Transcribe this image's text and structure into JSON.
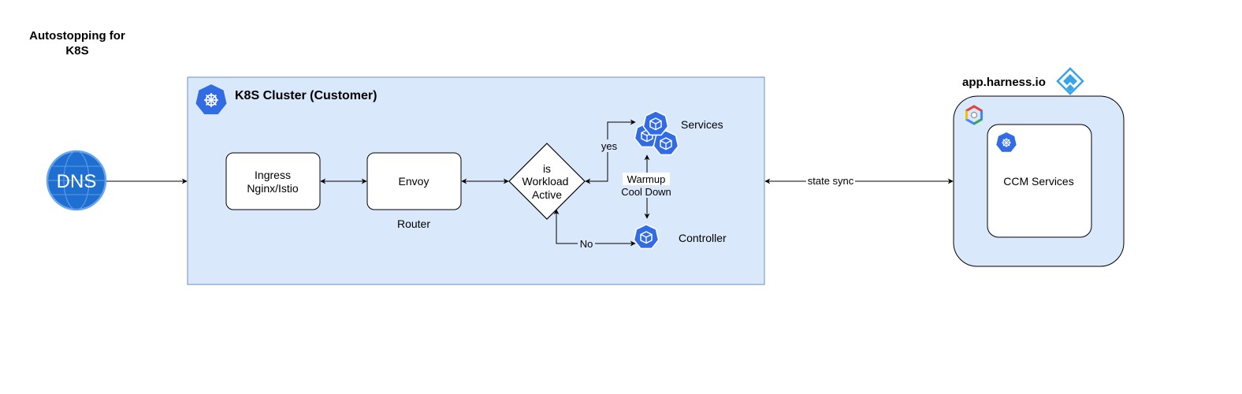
{
  "diagram": {
    "title_lines": [
      "Autostopping for",
      "K8S"
    ],
    "dns_label": "DNS",
    "cluster_title": "K8S Cluster (Customer)",
    "ingress_lines": [
      "Ingress",
      "Nginx/Istio"
    ],
    "envoy_label": "Envoy",
    "router_label": "Router",
    "decision_lines": [
      "is",
      "Workload",
      "Active"
    ],
    "yes_label": "yes",
    "no_label": "No",
    "services_label": "Services",
    "controller_label": "Controller",
    "warmup_lines": [
      "Warmup",
      "Cool Down"
    ],
    "state_sync_label": "state sync",
    "harness_label": "app.harness.io",
    "ccm_label": "CCM Services",
    "colors": {
      "cluster_fill": "#dae8fc",
      "cluster_stroke": "#6c8ebf",
      "k8s_blue": "#326ce5",
      "dns_blue": "#1f6fd1",
      "harness_blue": "#38a3e8"
    },
    "icons": [
      "kubernetes-wheel-icon",
      "kubernetes-cube-icon",
      "dns-globe-icon",
      "harness-logo-icon",
      "google-cloud-icon"
    ]
  }
}
